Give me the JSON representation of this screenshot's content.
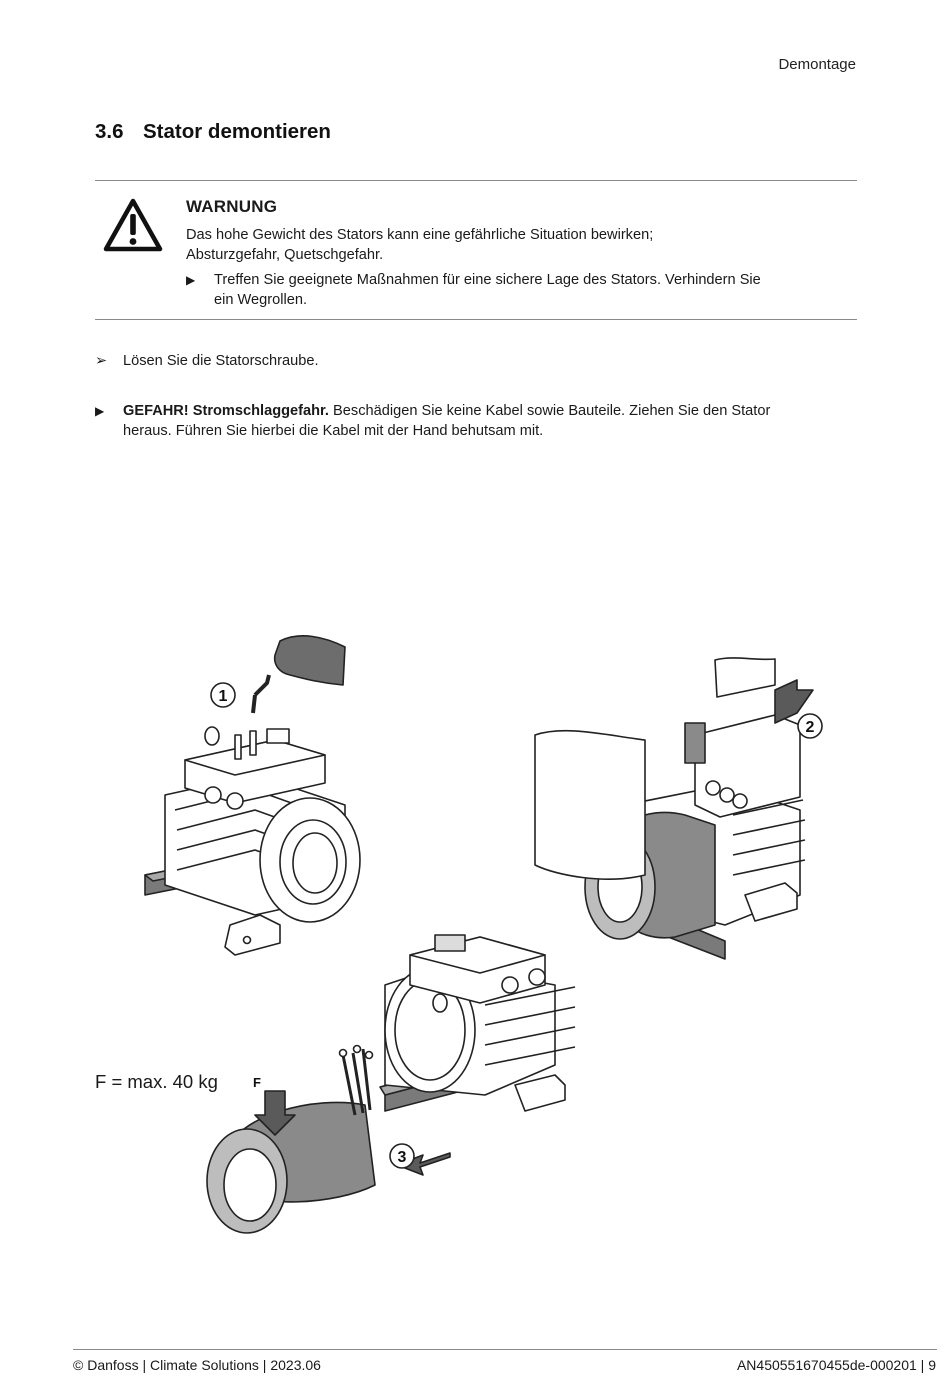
{
  "header": {
    "section": "Demontage"
  },
  "heading": {
    "number": "3.6",
    "title": "Stator demontieren"
  },
  "warning": {
    "icon": "warning-triangle-icon",
    "title": "WARNUNG",
    "text": "Das hohe Gewicht des Stators kann eine gefährliche Situation bewirken; Absturzgefahr, Quetschgefahr.",
    "action": "Treffen Sie geeignete Maßnahmen für eine sichere Lage des Stators. Verhindern Sie ein Wegrollen."
  },
  "steps": {
    "step1": "Lösen Sie die Statorschraube.",
    "step2_bold": "GEFAHR! Stromschlaggefahr.",
    "step2_text": "Beschädigen Sie keine Kabel sowie Bauteile. Ziehen Sie den Stator heraus. Führen Sie hierbei die Kabel mit der Hand behutsam mit."
  },
  "figure": {
    "callouts": [
      "1",
      "2",
      "3"
    ],
    "force_label": "F = max. 40 kg",
    "force_symbol": "F"
  },
  "footer": {
    "left": "© Danfoss | Climate Solutions | 2023.06",
    "right": "AN450551670455de-000201 | 9"
  }
}
